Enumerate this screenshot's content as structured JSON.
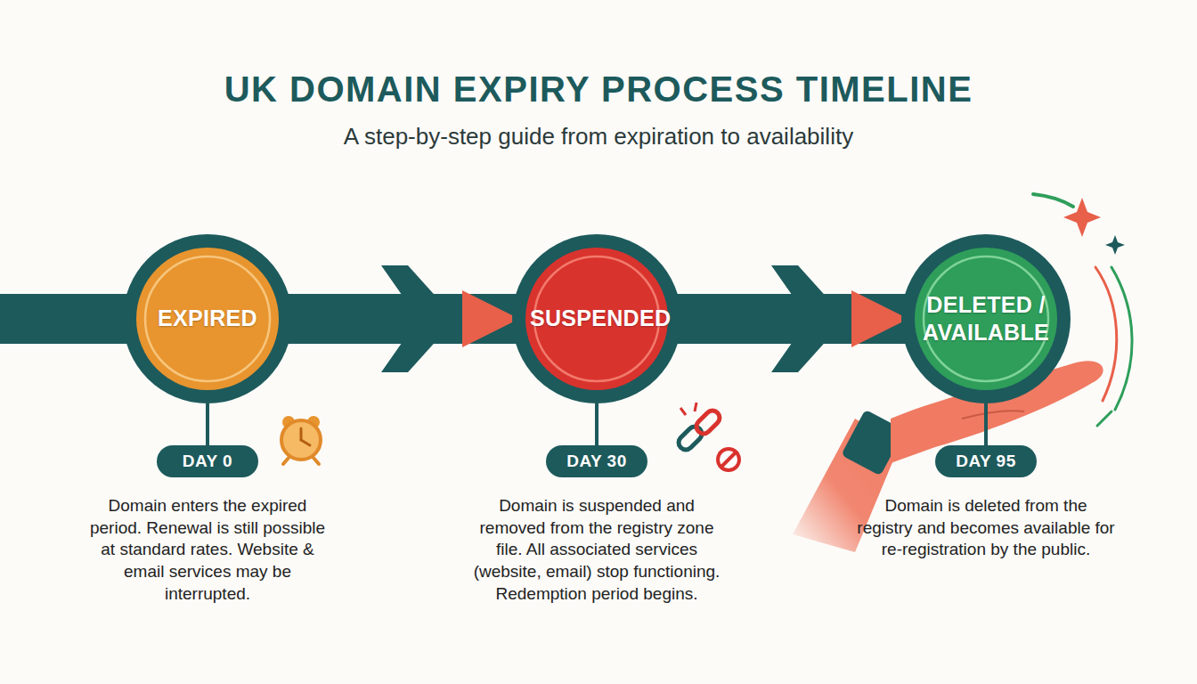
{
  "diagram": {
    "title": "UK DOMAIN EXPIRY PROCESS TIMELINE",
    "nodes": [
      {
        "text": [
          "EXPIRED"
        ]
      },
      {
        "text": [
          "DAY 0"
        ]
      },
      {
        "text": [
          "SUSPENDED"
        ]
      },
      {
        "text": [
          "DAY 30"
        ]
      },
      {
        "text": [
          "DELETED / AVAILABLE"
        ]
      },
      {
        "text": [
          "DAY 95"
        ]
      }
    ],
    "edges": [
      {
        "from": 0,
        "to": 2,
        "arrow": "to"
      },
      {
        "from": 2,
        "to": 4,
        "arrow": "to"
      },
      {
        "from": 0,
        "to": 1,
        "arrow": "none"
      },
      {
        "from": 2,
        "to": 3,
        "arrow": "none"
      },
      {
        "from": 4,
        "to": 5,
        "arrow": "none"
      }
    ],
    "labels": [
      "A step-by-step guide from expiration to availability",
      "Domain enters the expired period. Renewal is still possible at standard rates. Website & email services may be interrupted.",
      "Domain is suspended and removed from the registry zone file. All associated services (website, email) stop functioning. Redemption period begins.",
      "Domain is deleted from the registry and becomes available for re-registration by the public."
    ]
  }
}
